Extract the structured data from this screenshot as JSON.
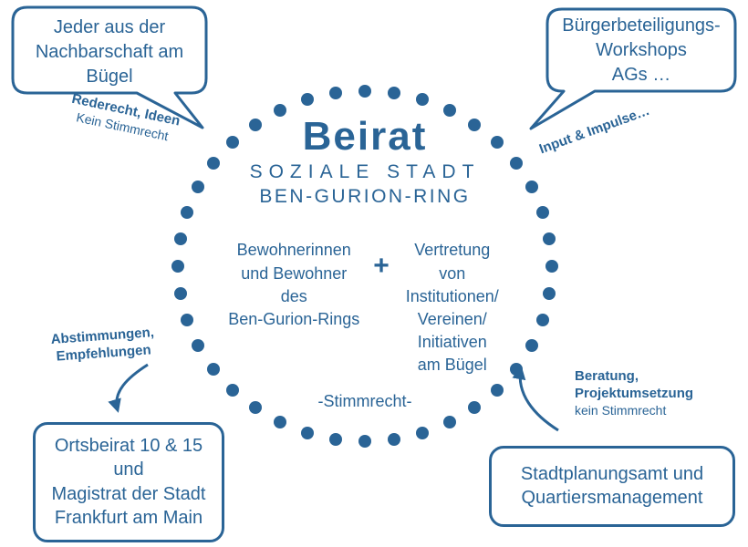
{
  "colors": {
    "primary": "#2a6496"
  },
  "ring": {
    "dot_count": 40
  },
  "center": {
    "title": "Beirat",
    "subtitle1": "SOZIALE STADT",
    "subtitle2": "BEN-GURION-RING",
    "left_group": "Bewohnerinnen\nund Bewohner\ndes\nBen-Gurion-Rings",
    "plus": "+",
    "right_group": "Vertretung\nvon\nInstitutionen/\nVereinen/\nInitiativen\nam Bügel",
    "voting": "-Stimmrecht-"
  },
  "bubbles": {
    "top_left": {
      "text": "Jeder aus der\nNachbarschaft am\nBügel",
      "label_bold": "Rederecht, Ideen",
      "label_normal": "Kein Stimmrecht"
    },
    "top_right": {
      "text": "Bürgerbeteiligungs-\nWorkshops\nAGs …",
      "label_bold": "Input & Impulse…"
    }
  },
  "boxes": {
    "bottom_left": {
      "text": "Ortsbeirat 10 & 15\nund\nMagistrat der Stadt\nFrankfurt am Main",
      "label_bold": "Abstimmungen,\nEmpfehlungen"
    },
    "bottom_right": {
      "text": "Stadtplanungsamt und\nQuartiersmanagement",
      "label_bold": "Beratung,\nProjektumsetzung",
      "label_normal": "kein Stimmrecht"
    }
  }
}
